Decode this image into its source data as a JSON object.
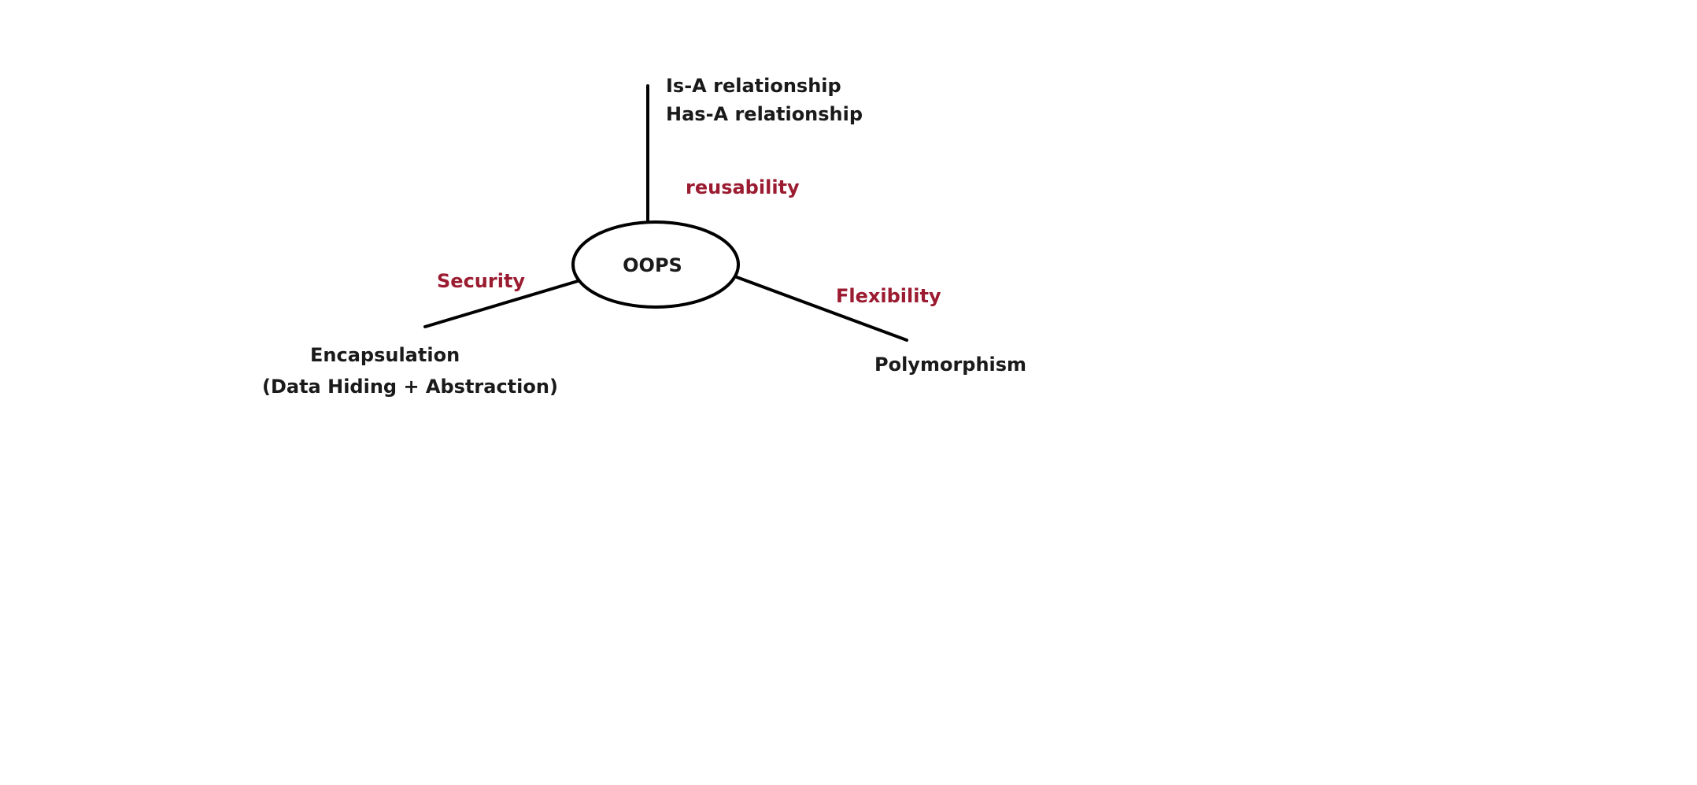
{
  "diagram": {
    "center": {
      "label": "OOPS"
    },
    "branches": {
      "top": {
        "node_lines": [
          "Is-A relationship",
          "Has-A relationship"
        ],
        "edge_label": "reusability"
      },
      "left": {
        "node_lines": [
          "Encapsulation",
          "(Data Hiding + Abstraction)"
        ],
        "edge_label": "Security"
      },
      "right": {
        "node_lines": [
          "Polymorphism"
        ],
        "edge_label": "Flexibility"
      }
    }
  },
  "colors": {
    "background": "#ffffff",
    "line": "#000000",
    "node_text": "#1a1a1a",
    "edge_label": "#9b1b30"
  }
}
